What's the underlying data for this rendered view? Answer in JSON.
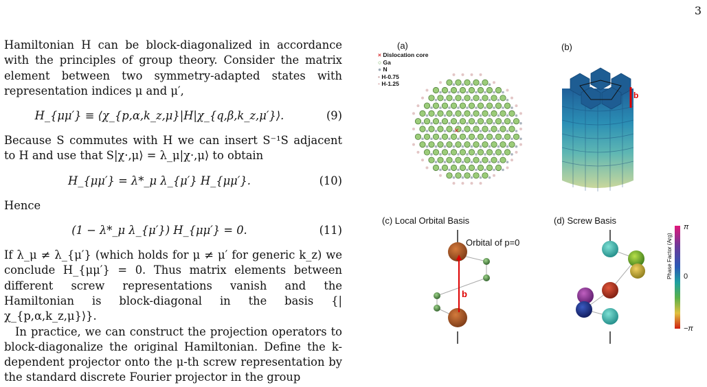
{
  "page_number": "3",
  "text": {
    "p1": "Hamiltonian H can be block-diagonalized in accordance with the principles of group theory. Consider the matrix element between two symmetry-adapted states with representation indices μ and μ′,",
    "eq9": "H_{μμ′} ≡ ⟨χ_{p,α,k_z,μ}|H|χ_{q,β,k_z,μ′}⟩.",
    "eq9_num": "(9)",
    "p2": "Because S commutes with H we can insert S⁻¹S adjacent to H and use that S|χ·,μ⟩ = λ_μ|χ·,μ⟩ to obtain",
    "eq10": "H_{μμ′} = λ*_μ λ_{μ′} H_{μμ′}.",
    "eq10_num": "(10)",
    "p3": "Hence",
    "eq11": "(1 − λ*_μ λ_{μ′}) H_{μμ′} = 0.",
    "eq11_num": "(11)",
    "p4": "If λ_μ ≠ λ_{μ′} (which holds for μ ≠ μ′ for generic k_z) we conclude H_{μμ′} = 0. Thus matrix elements between different screw representations vanish and the Hamiltonian is block-diagonal in the basis {|χ_{p,α,k_z,μ}⟩}.",
    "p5": "In practice, we can construct the projection operators to block-diagonalize the original Hamiltonian. Define the k-dependent projector onto the μ-th screw representation by the standard discrete Fourier projector in the group"
  },
  "figure": {
    "panel_a": "(a)",
    "panel_b": "(b)",
    "panel_c": "(c) Local Orbital Basis",
    "panel_d": "(d)  Screw Basis",
    "legend": [
      {
        "marker": "×",
        "label": "Dislocation core",
        "color": "#d62728"
      },
      {
        "marker": "○",
        "label": "Ga",
        "color": "#6aa84f"
      },
      {
        "marker": "●",
        "label": "N",
        "color": "#9aa6b2"
      },
      {
        "marker": "•",
        "label": "H-0.75",
        "color": "#c9a3a3"
      },
      {
        "marker": "•",
        "label": "H-1.25",
        "color": "#e0c0c0"
      }
    ],
    "core_marker": "×",
    "b_label": "b",
    "orbital_label": "Orbital of p=0",
    "colorbar": {
      "top": "π",
      "mid": "0",
      "bottom": "−π",
      "title": "Phase Factor (Arg)"
    }
  }
}
